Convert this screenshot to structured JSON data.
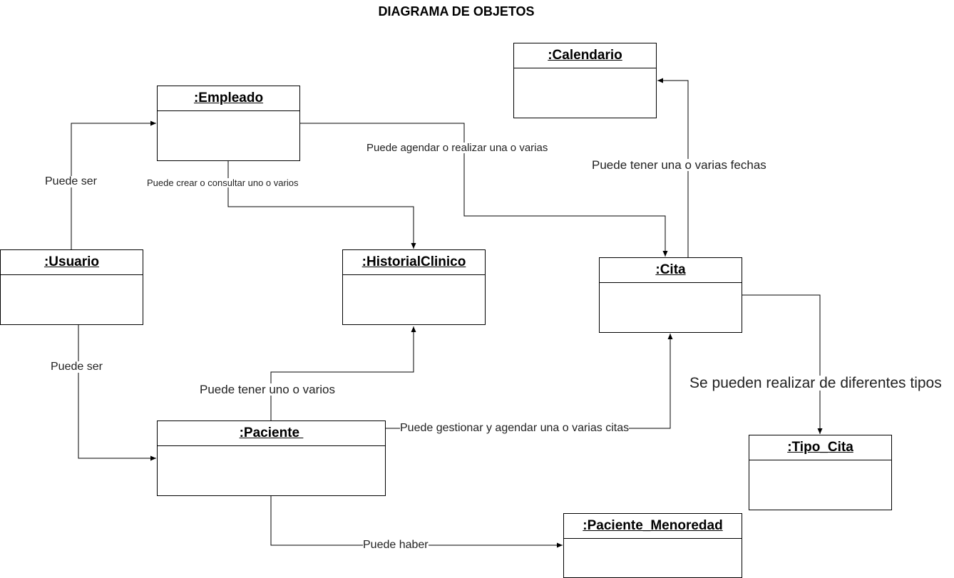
{
  "title": "DIAGRAMA DE OBJETOS",
  "objects": {
    "calendario": ":Calendario",
    "empleado": ":Empleado",
    "usuario": ":Usuario",
    "historial": ":HistorialClinico",
    "cita": ":Cita",
    "paciente": ":Paciente ",
    "tipo_cita": ":Tipo_Cita",
    "paciente_menor": ":Paciente_Menoredad"
  },
  "relations": {
    "usuario_empleado": "Puede ser",
    "usuario_paciente": "Puede ser",
    "empleado_historial": "Puede crear o consultar uno o varios",
    "empleado_cita": "Puede agendar o realizar una o varias",
    "cita_calendario": "Puede tener una o varias fechas",
    "cita_tipo": "Se pueden realizar de diferentes tipos",
    "paciente_historial": "Puede tener uno o varios",
    "paciente_cita": "Puede gestionar y agendar una o varias citas",
    "paciente_menor": "Puede haber"
  },
  "colors": {
    "line": "#000000",
    "text": "#222222"
  }
}
